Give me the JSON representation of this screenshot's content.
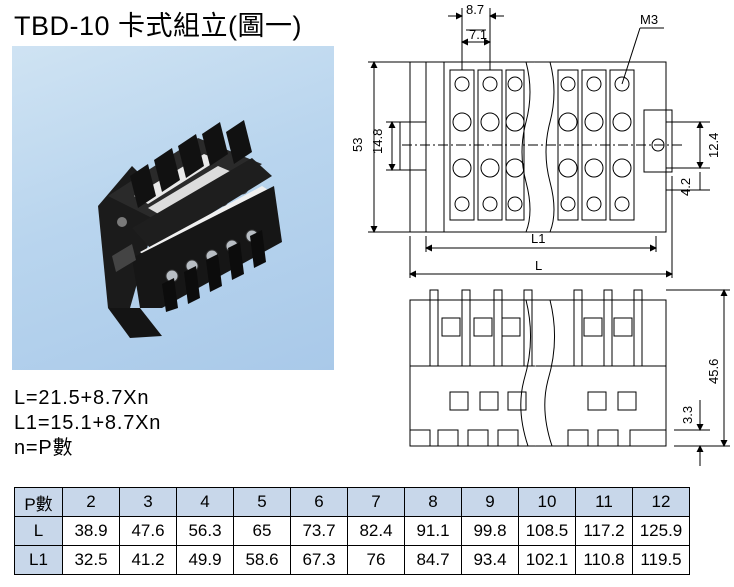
{
  "title": "TBD-10 卡式組立(圖一)",
  "formulas": [
    "L=21.5+8.7Xn",
    "L1=15.1+8.7Xn",
    "n=P數"
  ],
  "drawing_labels": {
    "pitch": "8.7",
    "inner": "7.1",
    "screw": "M3",
    "height": "53",
    "mount": "14.8",
    "right_gap": "12.4",
    "right_small": "4.2",
    "l1": "L1",
    "l": "L",
    "side_height": "45.6",
    "side_small": "3.3"
  },
  "table": {
    "header": [
      "P數",
      "2",
      "3",
      "4",
      "5",
      "6",
      "7",
      "8",
      "9",
      "10",
      "11",
      "12"
    ],
    "rows": [
      [
        "L",
        "38.9",
        "47.6",
        "56.3",
        "65",
        "73.7",
        "82.4",
        "91.1",
        "99.8",
        "108.5",
        "117.2",
        "125.9"
      ],
      [
        "L1",
        "32.5",
        "41.2",
        "49.9",
        "58.6",
        "67.3",
        "76",
        "84.7",
        "93.4",
        "102.1",
        "110.8",
        "119.5"
      ]
    ]
  }
}
